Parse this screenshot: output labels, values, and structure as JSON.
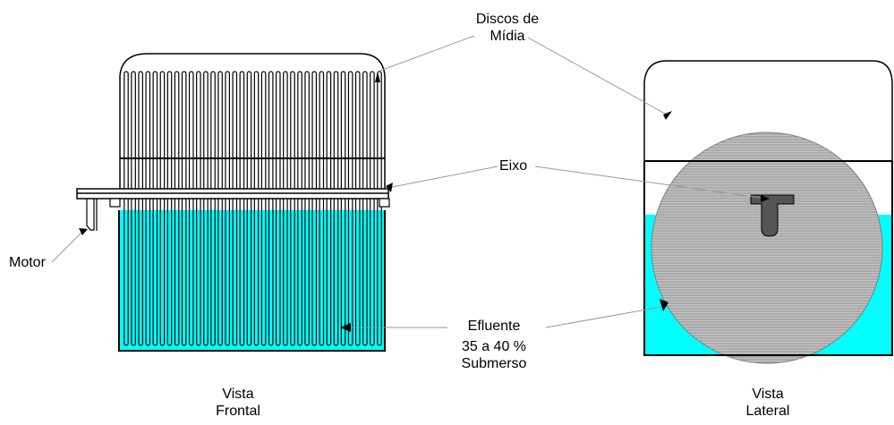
{
  "colors": {
    "water": "#00ffff",
    "disc_fill": "#c4c4c4",
    "disc_line": "#7f7f7f",
    "stroke": "#000000",
    "leader": "#9a9a9a",
    "hub": "#555555"
  },
  "labels": {
    "discos_line1": "Discos de",
    "discos_line2": "Mídia",
    "eixo": "Eixo",
    "motor": "Motor",
    "efluente": "Efluente",
    "percent": "35  a 40 %",
    "submerso": "Submerso",
    "vista_frontal_line1": "Vista",
    "vista_frontal_line2": "Frontal",
    "vista_lateral_line1": "Vista",
    "vista_lateral_line2": "Lateral"
  },
  "front_view": {
    "disc_count": 36
  }
}
